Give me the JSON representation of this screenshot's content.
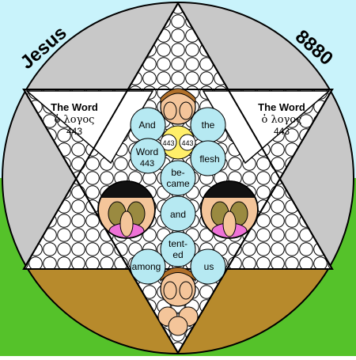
{
  "colors": {
    "sky": "#c9f3fb",
    "grass": "#55c22a",
    "disc_gray": "#c8c8c8",
    "earth": "#b78a2c",
    "bubble": "#b6e9f2",
    "yellow_bubble": "#ffef6a",
    "skin": "#f4c59a",
    "hair": "#b0702a",
    "pink": "#ef72d8",
    "olive": "#9a8a40"
  },
  "corners": {
    "left_word": "Jesus",
    "right_number": "8880"
  },
  "side_labels": {
    "left": {
      "title": "The Word",
      "greek": "ὁ λογος",
      "value": "443"
    },
    "right": {
      "title": "The Word",
      "greek": "ὁ λογος",
      "value": "443"
    }
  },
  "bubbles": {
    "and": "And",
    "the": "the",
    "value_left": "443",
    "value_right": "443",
    "word_title": "Word",
    "word_value": "443",
    "flesh": "flesh",
    "became_1": "be-",
    "became_2": "came",
    "and2": "and",
    "tented_1": "tent-",
    "tented_2": "ed",
    "among": "among",
    "us": "us"
  },
  "icons": {
    "left_face": "face-icon",
    "right_face": "face-icon",
    "top_face": "face-icon",
    "bottom_face": "face-icon"
  }
}
